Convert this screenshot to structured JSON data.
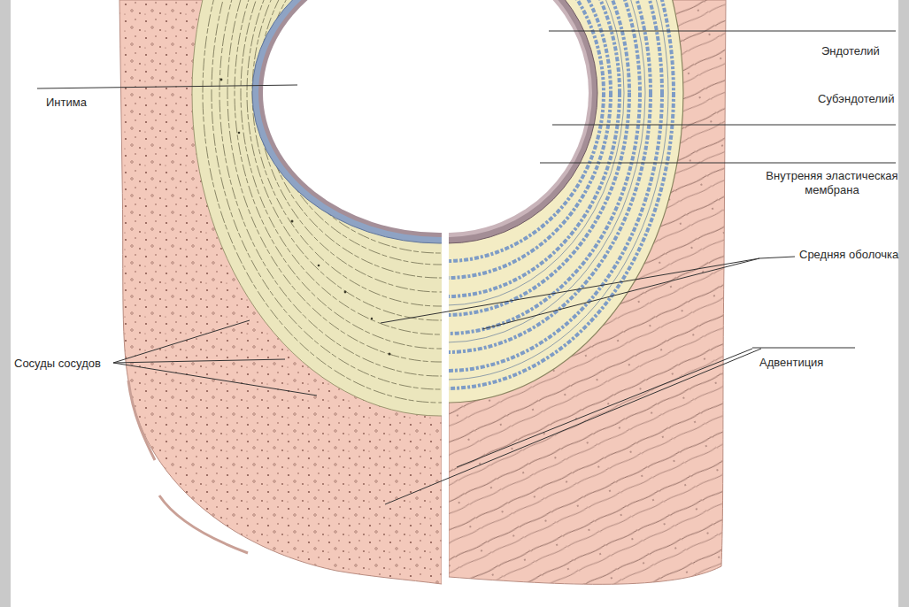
{
  "diagram": {
    "labels": [
      "Интима",
      "Эндотелий",
      "Субэндотелий",
      "Внутреняя эластическая мембрана",
      "Средняя оболочка",
      "Сосуды сосудов",
      "Адвентиция"
    ]
  }
}
